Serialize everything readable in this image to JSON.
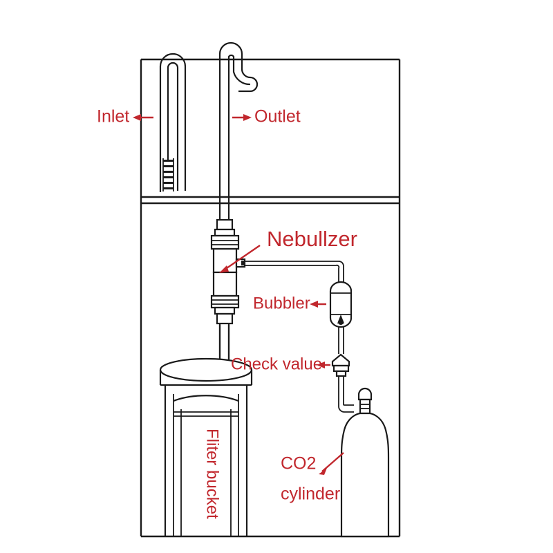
{
  "diagram": {
    "title": "Nebulizer / CO2 bubbling apparatus schematic",
    "background_color": "#ffffff",
    "line_color": "#1a1a1a",
    "label_color": "#c1272d"
  },
  "labels": {
    "inlet": "Inlet",
    "outlet": "Outlet",
    "nebulizer": "Nebullzer",
    "bubbler": "Bubbler",
    "check_valve": "Check value",
    "filter_bucket": "Fliter bucket",
    "co2_cylinder_line1": "CO2",
    "co2_cylinder_line2": "cylinder"
  },
  "components": [
    {
      "name": "inlet-tube",
      "description": "U-shaped hooked tube with corrugated lower section"
    },
    {
      "name": "outlet-tube",
      "description": "S-hooked vertical tube exiting at top"
    },
    {
      "name": "nebulizer-assembly",
      "description": "Stacked cylindrical fitting body with side gas port"
    },
    {
      "name": "bubbler",
      "description": "Capsule shaped bubbler vessel on gas line"
    },
    {
      "name": "check-valve",
      "description": "Small inline check valve fitting"
    },
    {
      "name": "filter-bucket",
      "description": "Large cylindrical filter vessel with elliptical lid"
    },
    {
      "name": "co2-cylinder",
      "description": "Gas cylinder with rounded shoulder and valve knob"
    },
    {
      "name": "enclosure-frame",
      "description": "Outer rectangular cabinet frame with shelf divider"
    }
  ],
  "typography": {
    "inlet_size": 25,
    "outlet_size": 25,
    "nebulizer_size": 31,
    "bubbler_size": 24,
    "check_valve_size": 24,
    "filter_bucket_size": 24,
    "co2_size": 25
  }
}
